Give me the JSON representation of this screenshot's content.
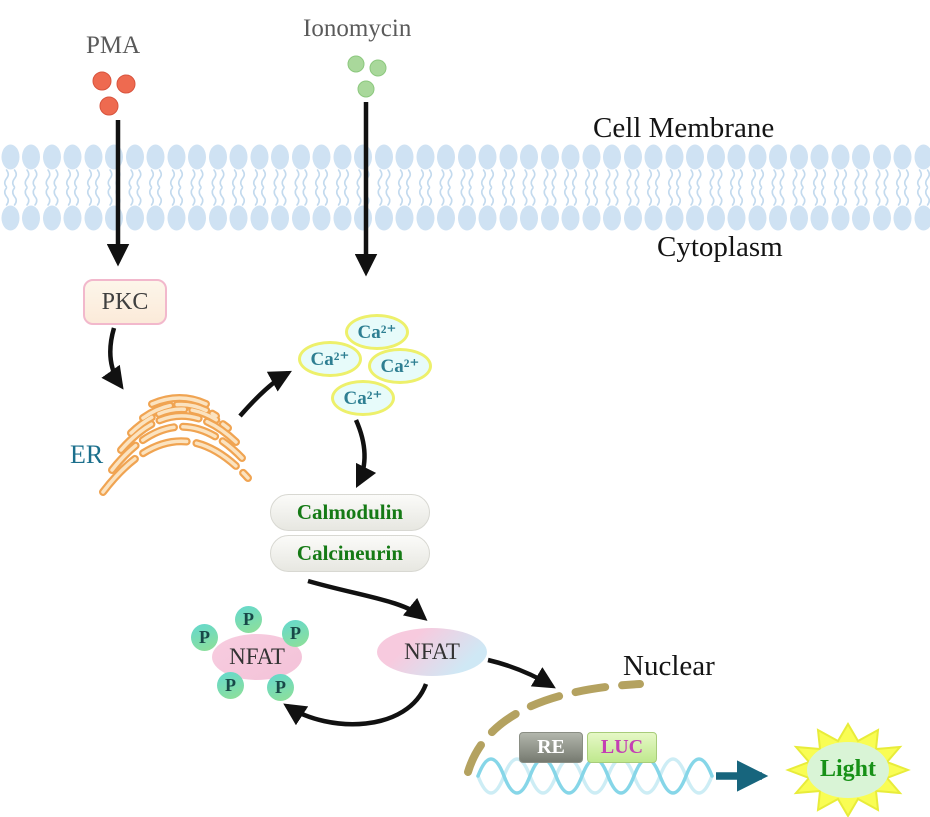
{
  "labels": {
    "pma": "PMA",
    "ionomycin": "Ionomycin",
    "cell_membrane": "Cell Membrane",
    "cytoplasm": "Cytoplasm",
    "pkc": "PKC",
    "er": "ER",
    "calcium_ion": "Ca²⁺",
    "calmodulin": "Calmodulin",
    "calcineurin": "Calcineurin",
    "nfat": "NFAT",
    "phosphate": "P",
    "nuclear": "Nuclear",
    "re": "RE",
    "luc": "LUC",
    "light": "Light"
  },
  "counts": {
    "pma_molecules": 3,
    "ionomycin_molecules": 3,
    "calcium_ions": 4,
    "phosphate_groups": 5
  },
  "colors": {
    "pma_molecule": "#ee6a50",
    "ionomycin_molecule": "#a9d89b",
    "membrane_lipid": "#cfe2f3",
    "pkc_border": "#f2b8cc",
    "er": "#f0a452",
    "calcium_ring": "#edf06b",
    "calcium_text": "#2e7f92",
    "enzyme_text": "#157a15",
    "nfat_fill": "#f6c6da",
    "phosphate_fill": "#63d8cf",
    "nuclear_membrane": "#b4a260",
    "dna_strand": "#86d6e8",
    "re_box": "#8a8e84",
    "luc_text": "#c43fb4",
    "light_burst": "#f9fd54",
    "light_text": "#179117",
    "arrow": "#111111",
    "light_arrow": "#17657d"
  }
}
